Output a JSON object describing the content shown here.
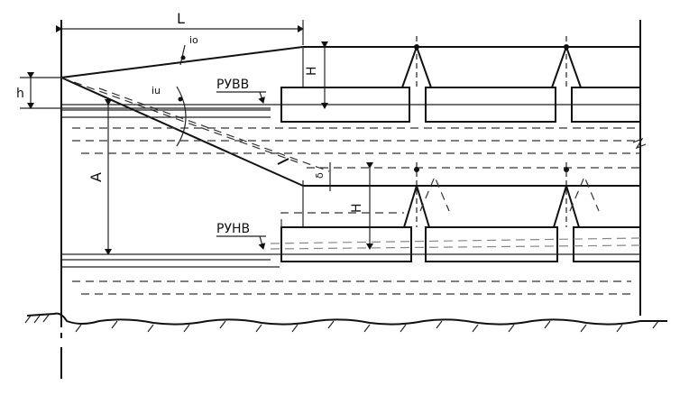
{
  "labels": {
    "L": "L",
    "h": "h",
    "H_top": "H",
    "H_bottom": "H",
    "A": "A",
    "delta": "δ",
    "i_o": "iо",
    "i_u": "iu",
    "ruvv": "РУВВ",
    "runv": "РУНВ"
  }
}
